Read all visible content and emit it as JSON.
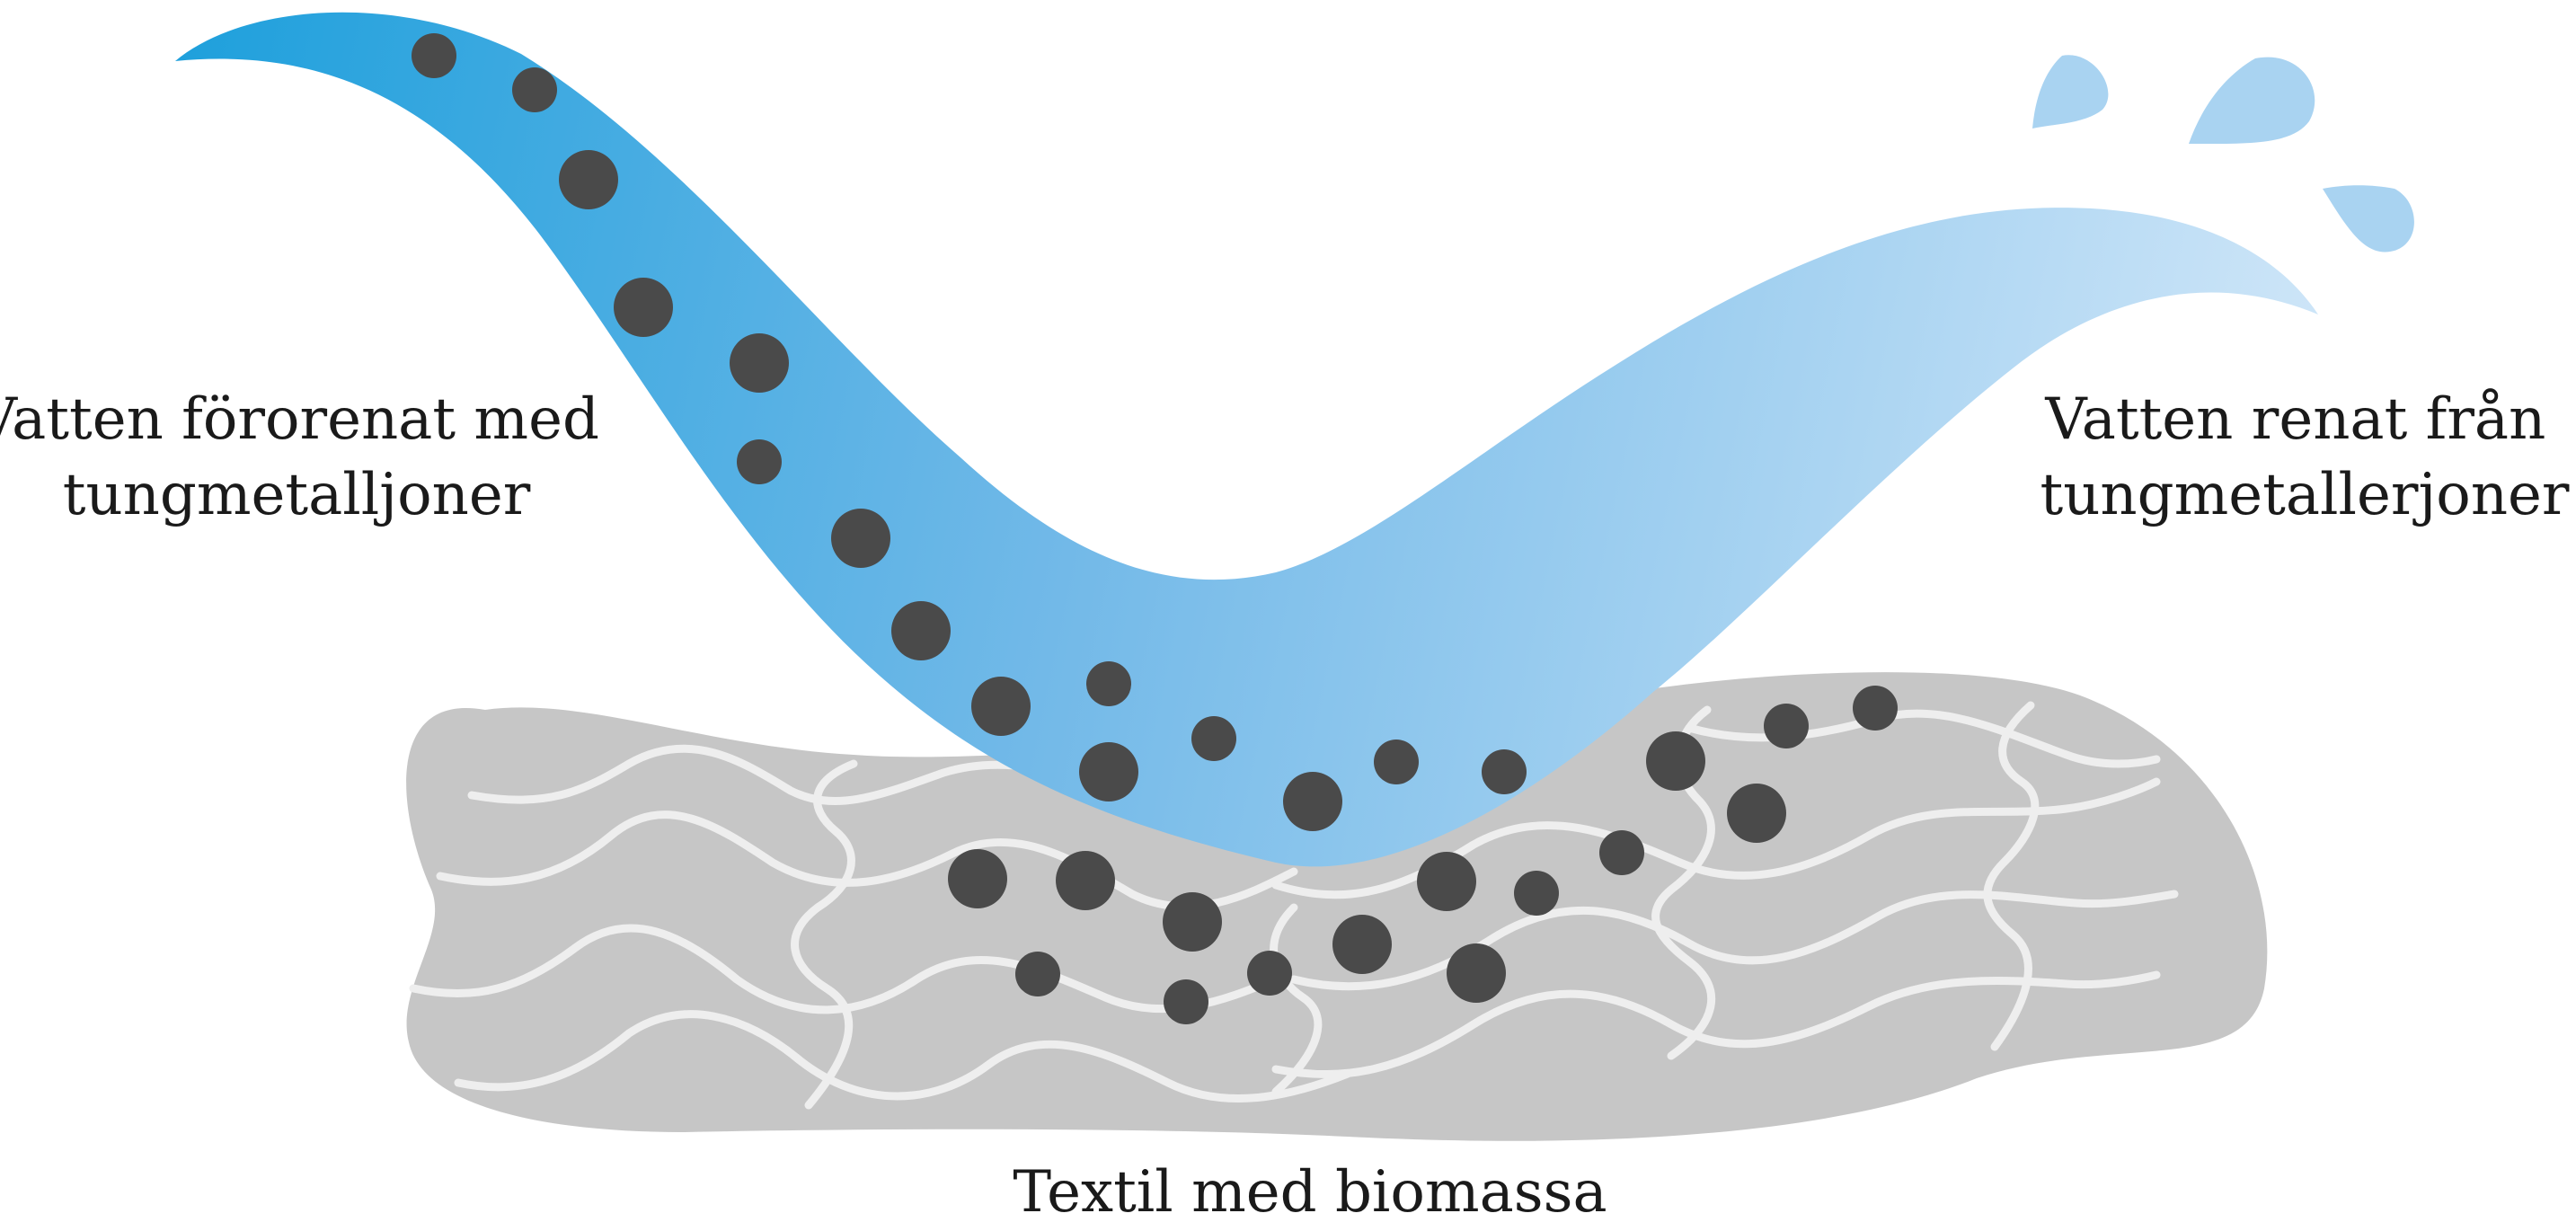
{
  "labels": {
    "polluted_water": [
      "Vatten förorenat med",
      "tungmetalljoner"
    ],
    "purified_water": [
      "Vatten renat från",
      "tungmetallerjoner"
    ],
    "textile": "Textil med biomassa"
  },
  "colors": {
    "water_dark": "#1ea0dc",
    "water_mid": "#72b9e8",
    "water_light": "#cfe6f8",
    "droplet": "#a9d3f1",
    "textile": "#c6c6c6",
    "fiber": "#eeeeee",
    "ion": "#4a4a4a",
    "text": "#1a1a1a"
  },
  "icons": {
    "droplets": [
      "water-droplet-icon",
      "water-droplet-icon",
      "water-droplet-icon"
    ]
  }
}
